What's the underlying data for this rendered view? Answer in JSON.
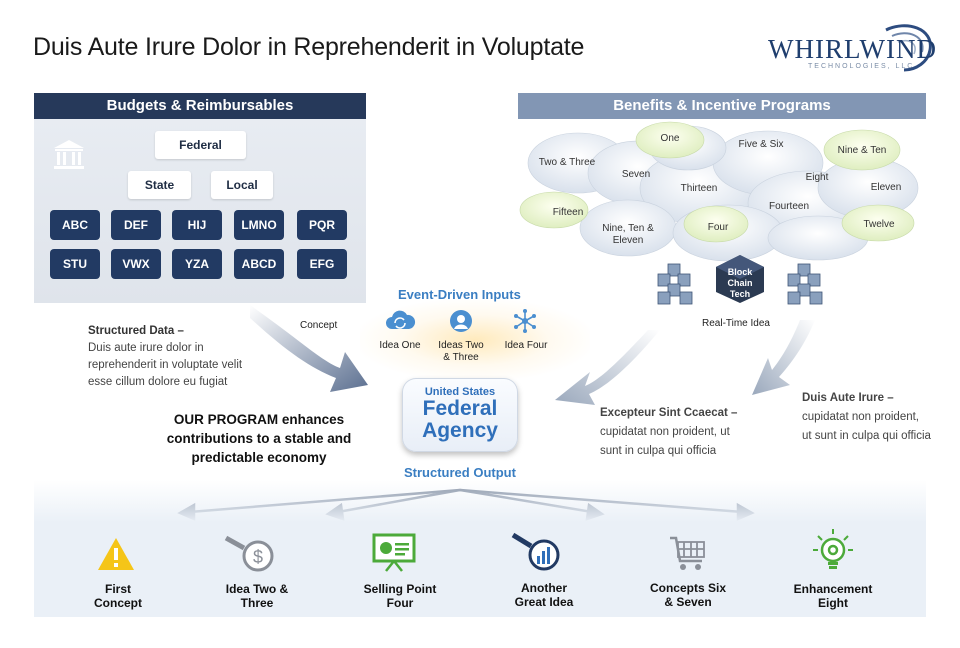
{
  "title": "Duis Aute Irure Dolor in Reprehenderit in Voluptate",
  "logo": {
    "name": "WHIRLWIND",
    "sub": "TECHNOLOGIES, LLC"
  },
  "left_panel": {
    "header": "Budgets & Reimbursables",
    "federal": "Federal",
    "state": "State",
    "local": "Local",
    "chips_row1": [
      "ABC",
      "DEF",
      "HIJ",
      "LMNO",
      "PQR"
    ],
    "chips_row2": [
      "STU",
      "VWX",
      "YZA",
      "ABCD",
      "EFG"
    ]
  },
  "right_panel": {
    "header": "Benefits & Incentive Programs",
    "clouds": {
      "one": "One",
      "two_three": "Two & Three",
      "five_six": "Five & Six",
      "nine_ten": "Nine & Ten",
      "seven": "Seven",
      "thirteen": "Thirteen",
      "eight": "Eight",
      "eleven": "Eleven",
      "fifteen": "Fifteen",
      "fourteen": "Fourteen",
      "nine_ten_eleven_1": "Nine, Ten &",
      "nine_ten_eleven_2": "Eleven",
      "four": "Four",
      "twelve": "Twelve"
    },
    "blockchain_1": "Block",
    "blockchain_2": "Chain",
    "blockchain_3": "Tech",
    "realtime": "Real-Time Idea"
  },
  "middle": {
    "event_inputs": "Event-Driven Inputs",
    "idea_one": "Idea One",
    "ideas_two_1": "Ideas Two",
    "ideas_two_2": "& Three",
    "idea_four": "Idea Four",
    "agency_l1": "United States",
    "agency_l2": "Federal",
    "agency_l3": "Agency",
    "structured_output": "Structured Output",
    "concept": "Concept"
  },
  "structured_data": {
    "heading": "Structured Data –",
    "l1": "Duis aute irure dolor in",
    "l2": "reprehenderit in voluptate velit",
    "l3": "esse cillum dolore eu fugiat"
  },
  "program": {
    "l1": "OUR PROGRAM enhances",
    "l2": "contributions to a stable and",
    "l3": "predictable economy"
  },
  "excepteur": {
    "heading": "Excepteur Sint Ccaecat –",
    "l1": "cupidatat non proident, ut",
    "l2": "sunt in culpa qui officia"
  },
  "duis": {
    "heading": "Duis Aute Irure –",
    "l1": "cupidatat non proident,",
    "l2": "ut sunt in culpa qui officia"
  },
  "bottom": [
    {
      "l1": "First",
      "l2": "Concept",
      "icon": "warning-icon"
    },
    {
      "l1": "Idea Two &",
      "l2": "Three",
      "icon": "dollar-search-icon"
    },
    {
      "l1": "Selling Point",
      "l2": "Four",
      "icon": "presentation-icon"
    },
    {
      "l1": "Another",
      "l2": "Great Idea",
      "icon": "chart-search-icon"
    },
    {
      "l1": "Concepts Six",
      "l2": "& Seven",
      "icon": "cart-icon"
    },
    {
      "l1": "Enhancement",
      "l2": "Eight",
      "icon": "lightbulb-gear-icon"
    }
  ],
  "colors": {
    "navy": "#223a63",
    "blue_text": "#3a7ec2",
    "slate_header": "#8296b4"
  }
}
